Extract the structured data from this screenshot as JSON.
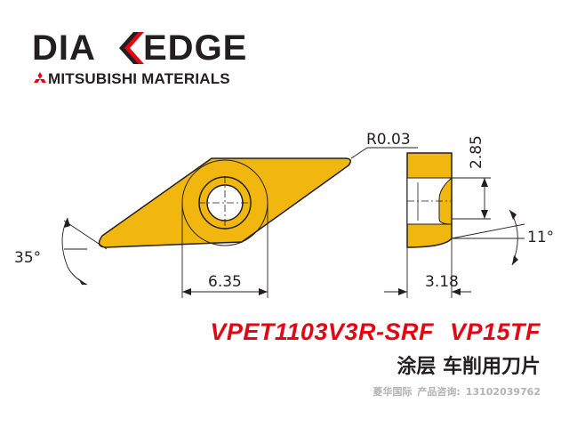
{
  "brand": {
    "wordmark_left": "DIA",
    "wordmark_right": "EDGE",
    "subtitle": "MITSUBISHI MATERIALS",
    "logo_icon": "mitsubishi-three-diamonds-icon",
    "mark_icon": "edge-chevron-icon",
    "mark_color": "#e30613"
  },
  "drawing": {
    "labels": {
      "radius": "R0.03",
      "thickness_top": "2.85",
      "clearance_angle": "11°",
      "nose_angle": "35°",
      "inscribed_circle": "6.35",
      "thickness": "3.18"
    },
    "colors": {
      "insert_fill": "#f1b70e",
      "insert_stroke": "#231f20",
      "dim_line": "#231f20"
    }
  },
  "product": {
    "model_code": "VPET1103V3R-SRF",
    "grade": "VP15TF",
    "description": "涂层 车削用刀片",
    "model_color": "#e30613"
  },
  "contact": {
    "company": "菱华国际",
    "label": "产品咨询:",
    "phone": "13102039762"
  }
}
